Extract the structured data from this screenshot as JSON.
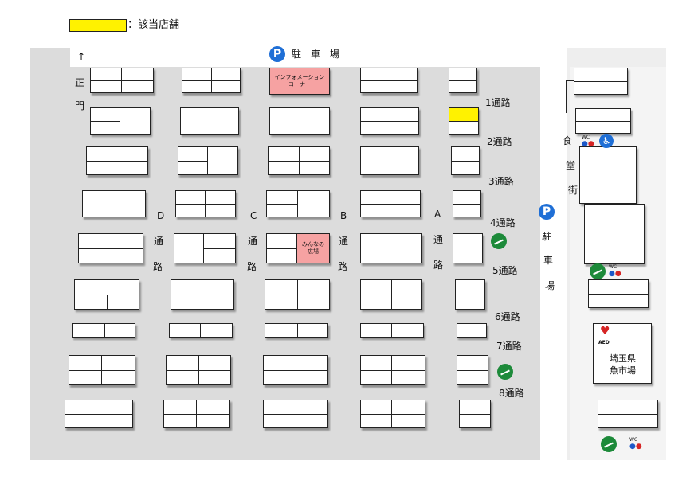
{
  "legend": {
    "label": "：該当店舗",
    "swatch_color": "#fff200"
  },
  "main_gate": {
    "arrow": "↑",
    "char1": "正",
    "char2": "門"
  },
  "parking_top": {
    "icon": "P",
    "label": "駐　車　場"
  },
  "parking_right": {
    "icon": "P",
    "char1": "駐",
    "char2": "車",
    "char3": "場"
  },
  "food_street": {
    "char1": "食",
    "char2": "堂",
    "char3": "街"
  },
  "aisles_h": [
    "1通路",
    "2通路",
    "3通路",
    "4通路",
    "5通路",
    "6通路",
    "7通路",
    "8通路"
  ],
  "aisles_v": {
    "d": {
      "letter": "D",
      "c1": "通",
      "c2": "路"
    },
    "c": {
      "letter": "C",
      "c1": "通",
      "c2": "路"
    },
    "b": {
      "letter": "B",
      "c1": "通",
      "c2": "路"
    },
    "a": {
      "letter": "A",
      "c1": "通",
      "c2": "路"
    }
  },
  "info_corner": {
    "line1": "インフォメーション",
    "line2": "コーナー"
  },
  "plaza": {
    "line1": "みんなの",
    "line2": "広場"
  },
  "fish_market": {
    "line1": "埼玉県",
    "line2": "魚市場",
    "aed": "AED"
  },
  "wc": {
    "label": "WC"
  },
  "colors": {
    "ground": "#dcdcdc",
    "pink": "#f6a2a2",
    "highlight": "#fff200",
    "parking_icon": "#1f6fd6",
    "smoking_icon": "#1d8a3a"
  }
}
